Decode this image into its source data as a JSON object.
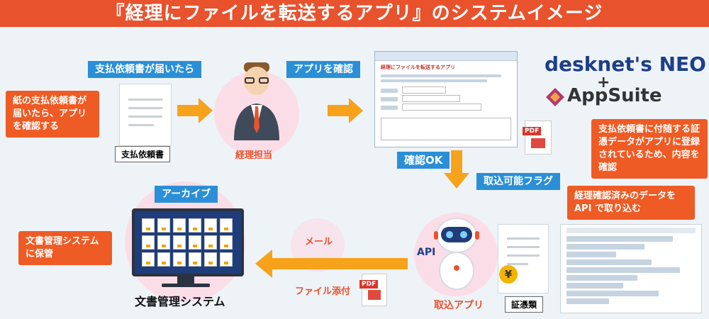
{
  "title": "『経理にファイルを転送するアプリ』のシステムイメージ",
  "callouts": {
    "paper_receipt": "紙の支払依頼書が届いたら、アプリを確認する",
    "attached_data": "支払依頼書に付随する証憑データがアプリに登録されているため、内容を確認",
    "api_fetch": "経理確認済みのデータをAPI で取り込む",
    "archive": "文書管理システムに保管"
  },
  "tags": {
    "received": "支払依頼書が届いたら",
    "check_app": "アプリを確認",
    "confirm_ok": "確認OK",
    "import_flag": "取込可能フラグ",
    "archive": "アーカイブ"
  },
  "labels": {
    "payment_request": "支払依頼書",
    "accountant": "経理担当",
    "import_app": "取込アプリ",
    "api": "API",
    "mail": "メール",
    "file_attach": "ファイル添付",
    "vouchers": "証憑類",
    "doc_system": "文書管理システム",
    "pdf": "PDF",
    "yen": "¥"
  },
  "brand": {
    "desknets": "desknet's NEO",
    "plus": "+",
    "appsuite": "AppSuite"
  },
  "app_window": {
    "heading": "経理にファイルを転送するアプリ"
  },
  "colors": {
    "title_bg": "#e8522d",
    "callout_bg": "#ef5b24",
    "tag_bg": "#2a8fd6",
    "circle_bg": "#fbdde7",
    "arrow": "#f7a21b"
  }
}
